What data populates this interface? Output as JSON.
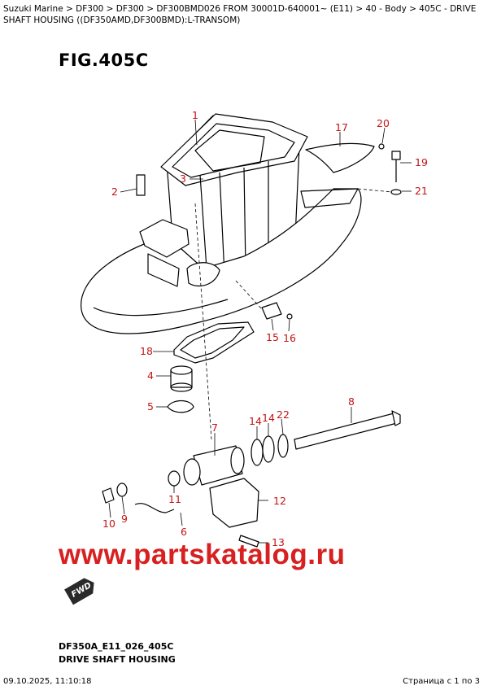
{
  "breadcrumb": "Suzuki Marine > DF300 > DF300 > DF300BMD026 FROM 30001D-640001~ (E11) > 40 - Body > 405C - DRIVE SHAFT HOUSING ((DF350AMD,DF300BMD):L-TRANSOM)",
  "figure_title": "FIG.405C",
  "callouts": [
    "1",
    "2",
    "3",
    "4",
    "5",
    "6",
    "7",
    "8",
    "9",
    "10",
    "11",
    "12",
    "13",
    "14",
    "14",
    "15",
    "16",
    "17",
    "18",
    "19",
    "20",
    "21",
    "22"
  ],
  "watermark": "www.partskatalog.ru",
  "fwd_badge": "FWD",
  "drawing_code": "DF350A_E11_026_405C",
  "drawing_caption": "DRIVE SHAFT HOUSING",
  "footer": {
    "date": "09.10.2025, 11:10:18",
    "page": "Страница с 1 по 3"
  },
  "colors": {
    "callout": "#c41414",
    "watermark": "#d82020",
    "line": "#000000"
  }
}
